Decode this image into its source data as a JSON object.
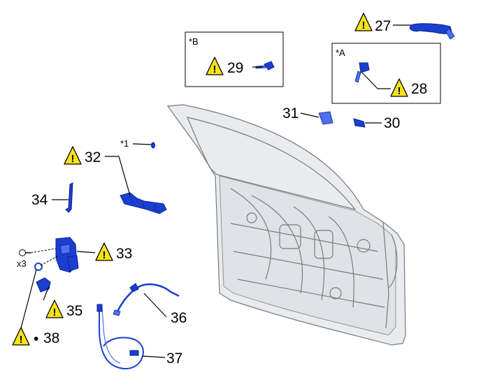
{
  "callouts": {
    "c27": "27",
    "c28": "28",
    "c29": "29",
    "c30": "30",
    "c31": "31",
    "c32": "32",
    "c33": "33",
    "c34": "34",
    "c35": "35",
    "c36": "36",
    "c37": "37",
    "c38": "38"
  },
  "labels": {
    "box_a": "*A",
    "box_b": "*B",
    "note_1": "*1",
    "qty_x3": "x3",
    "bullet": "•"
  },
  "icons": {
    "warning": "warning-triangle-icon",
    "warning_mark": "!"
  },
  "colors": {
    "part_blue": "#1a3fd0",
    "warning_yellow": "#f5e21a",
    "door_gray": "#7a7a7a"
  }
}
